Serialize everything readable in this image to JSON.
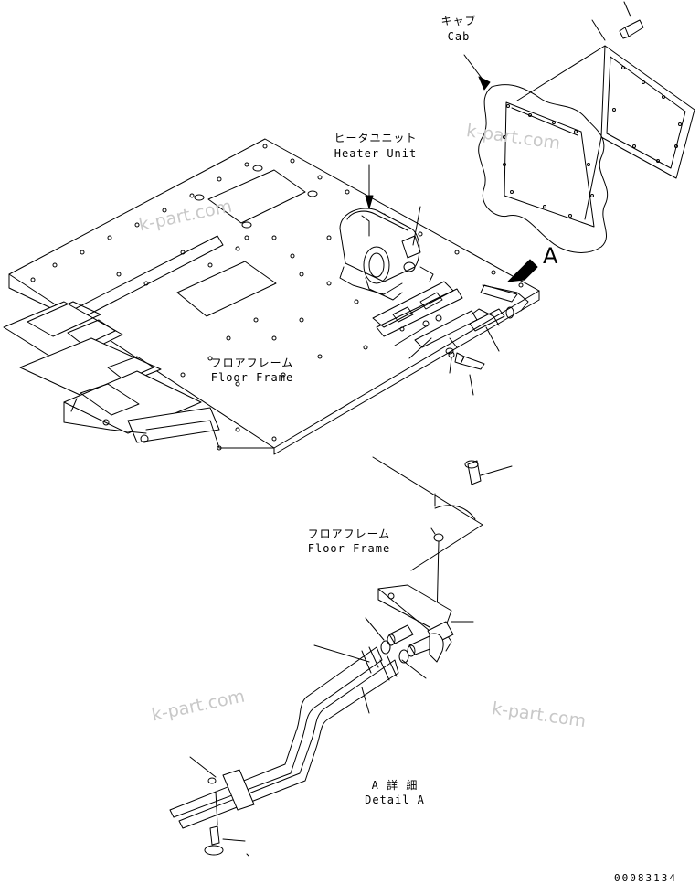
{
  "labels": {
    "cab_jp": "キャブ",
    "cab_en": "Cab",
    "heater_jp": "ヒータユニット",
    "heater_en": "Heater Unit",
    "floor1_jp": "フロアフレーム",
    "floor1_en": "Floor Frame",
    "floor2_jp": "フロアフレーム",
    "floor2_en": "Floor Frame",
    "detail_jp": "A 詳 細",
    "detail_en": "Detail A",
    "view_marker": "A"
  },
  "watermarks": [
    "k-part.com",
    "k-part.com",
    "k-part.com",
    "k-part.com"
  ],
  "drawing_code": "00083134"
}
